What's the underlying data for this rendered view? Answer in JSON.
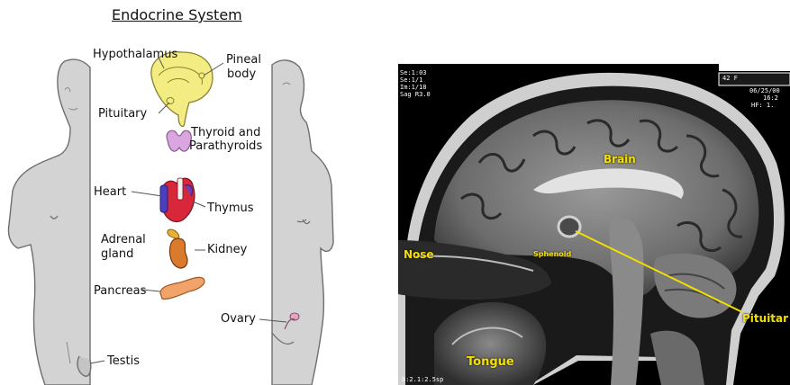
{
  "endocrine": {
    "title": "Endocrine System",
    "labels": {
      "hypothalamus": "Hypothalamus",
      "pineal_1": "Pineal",
      "pineal_2": "body",
      "pituitary": "Pituitary",
      "thyroid_1": "Thyroid and",
      "thyroid_2": "Parathyroids",
      "heart": "Heart",
      "thymus": "Thymus",
      "adrenal_1": "Adrenal",
      "adrenal_2": "gland",
      "kidney": "Kidney",
      "pancreas": "Pancreas",
      "ovary": "Ovary",
      "testis": "Testis"
    }
  },
  "mri": {
    "labels": {
      "brain": "Brain",
      "nose": "Nose",
      "sphenoid": "Sphenoid",
      "pituitary": "Pituitar",
      "tongue": "Tongue"
    },
    "overlay": {
      "top_left_1": "Se:1:03",
      "top_left_2": "Se:1/1",
      "top_left_3": "Im:1/18",
      "top_left_4": "Sag R3.0",
      "top_right_1": "42 F",
      "top_right_2": "06/25/00",
      "top_right_3": "16:2",
      "top_right_4": "HF: 1.",
      "bottom_left": "0:2.1:2.5sp"
    },
    "label_color": "#f4e000"
  }
}
